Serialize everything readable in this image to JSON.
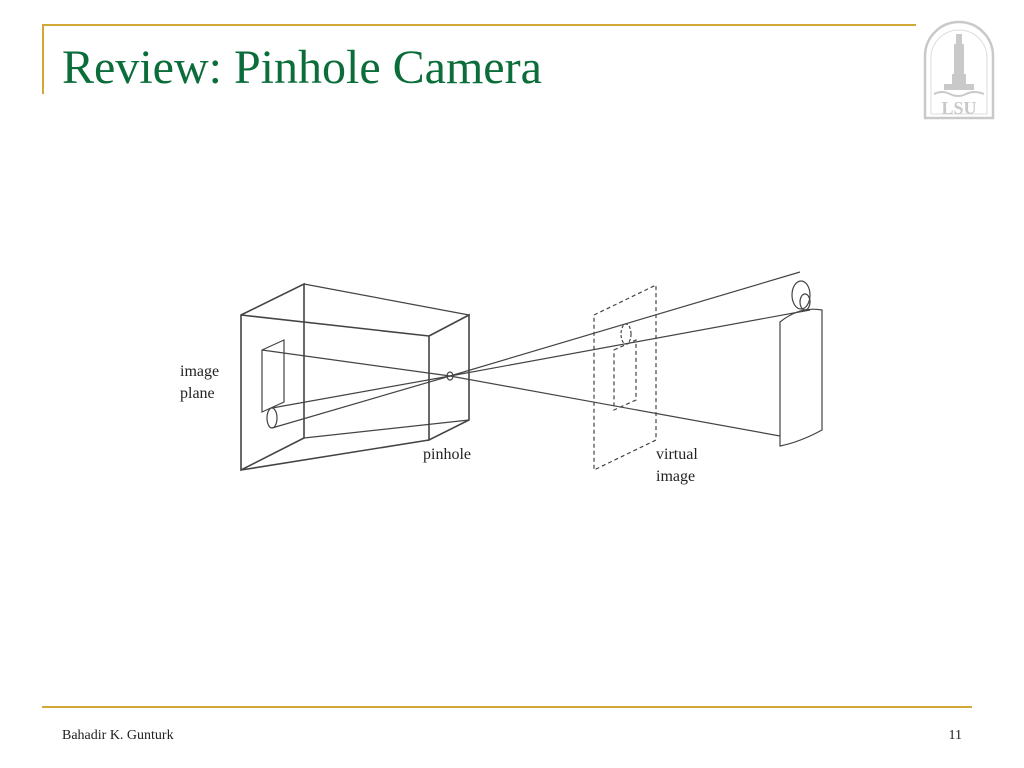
{
  "slide": {
    "title": "Review: Pinhole Camera",
    "author": "Bahadir K. Gunturk",
    "page_number": "11",
    "logo_text": "LSU"
  },
  "diagram": {
    "labels": {
      "image_plane_line1": "image",
      "image_plane_line2": "plane",
      "pinhole": "pinhole",
      "virtual_image_line1": "virtual",
      "virtual_image_line2": "image"
    }
  },
  "colors": {
    "accent_rule": "#d2a937",
    "title": "#0b6d3a",
    "logo": "#c9c9c9"
  }
}
